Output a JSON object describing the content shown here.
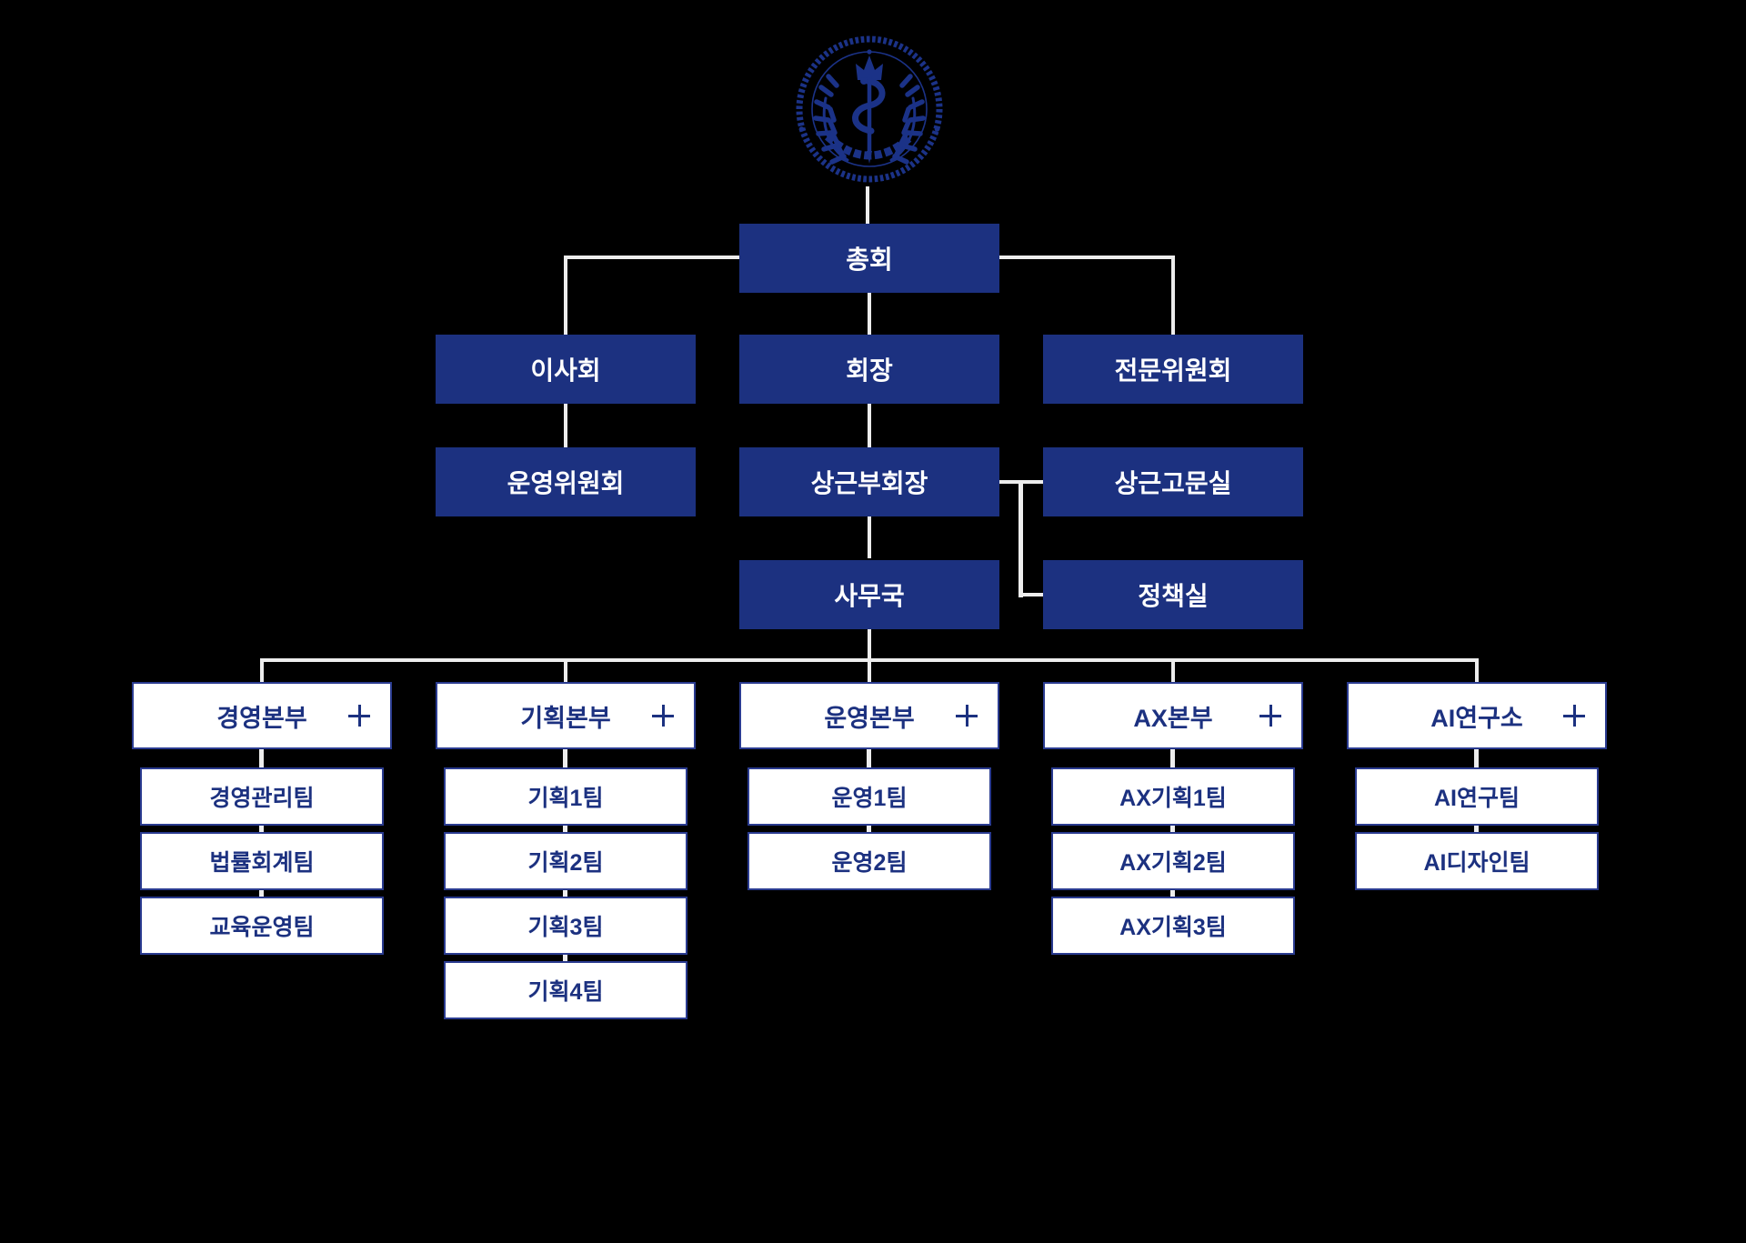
{
  "colors": {
    "bg": "#000000",
    "navy": "#1c3180",
    "border": "#2a3b90",
    "line": "#ededed",
    "white": "#ffffff",
    "box-text": "#ffffff",
    "logo": "#1b3287"
  },
  "logo": {
    "icon": "association-emblem-icon"
  },
  "org": {
    "root": {
      "label": "총회"
    },
    "level2": [
      {
        "label": "이사회"
      },
      {
        "label": "회장"
      },
      {
        "label": "전문위원회"
      }
    ],
    "level3": [
      {
        "label": "운영위원회"
      },
      {
        "label": "상근부회장"
      },
      {
        "label": "상근고문실"
      }
    ],
    "level4": [
      {
        "label": "사무국"
      },
      {
        "label": "정책실"
      }
    ],
    "divisions": [
      {
        "label": "경영본부",
        "expand_icon": "plus",
        "teams": [
          "경영관리팀",
          "법률회계팀",
          "교육운영팀"
        ]
      },
      {
        "label": "기획본부",
        "expand_icon": "plus",
        "teams": [
          "기획1팀",
          "기획2팀",
          "기획3팀",
          "기획4팀"
        ]
      },
      {
        "label": "운영본부",
        "expand_icon": "plus",
        "teams": [
          "운영1팀",
          "운영2팀"
        ]
      },
      {
        "label": "AX본부",
        "expand_icon": "plus",
        "teams": [
          "AX기획1팀",
          "AX기획2팀",
          "AX기획3팀"
        ]
      },
      {
        "label": "AI연구소",
        "expand_icon": "plus",
        "teams": [
          "AI연구팀",
          "AI디자인팀"
        ]
      }
    ]
  }
}
